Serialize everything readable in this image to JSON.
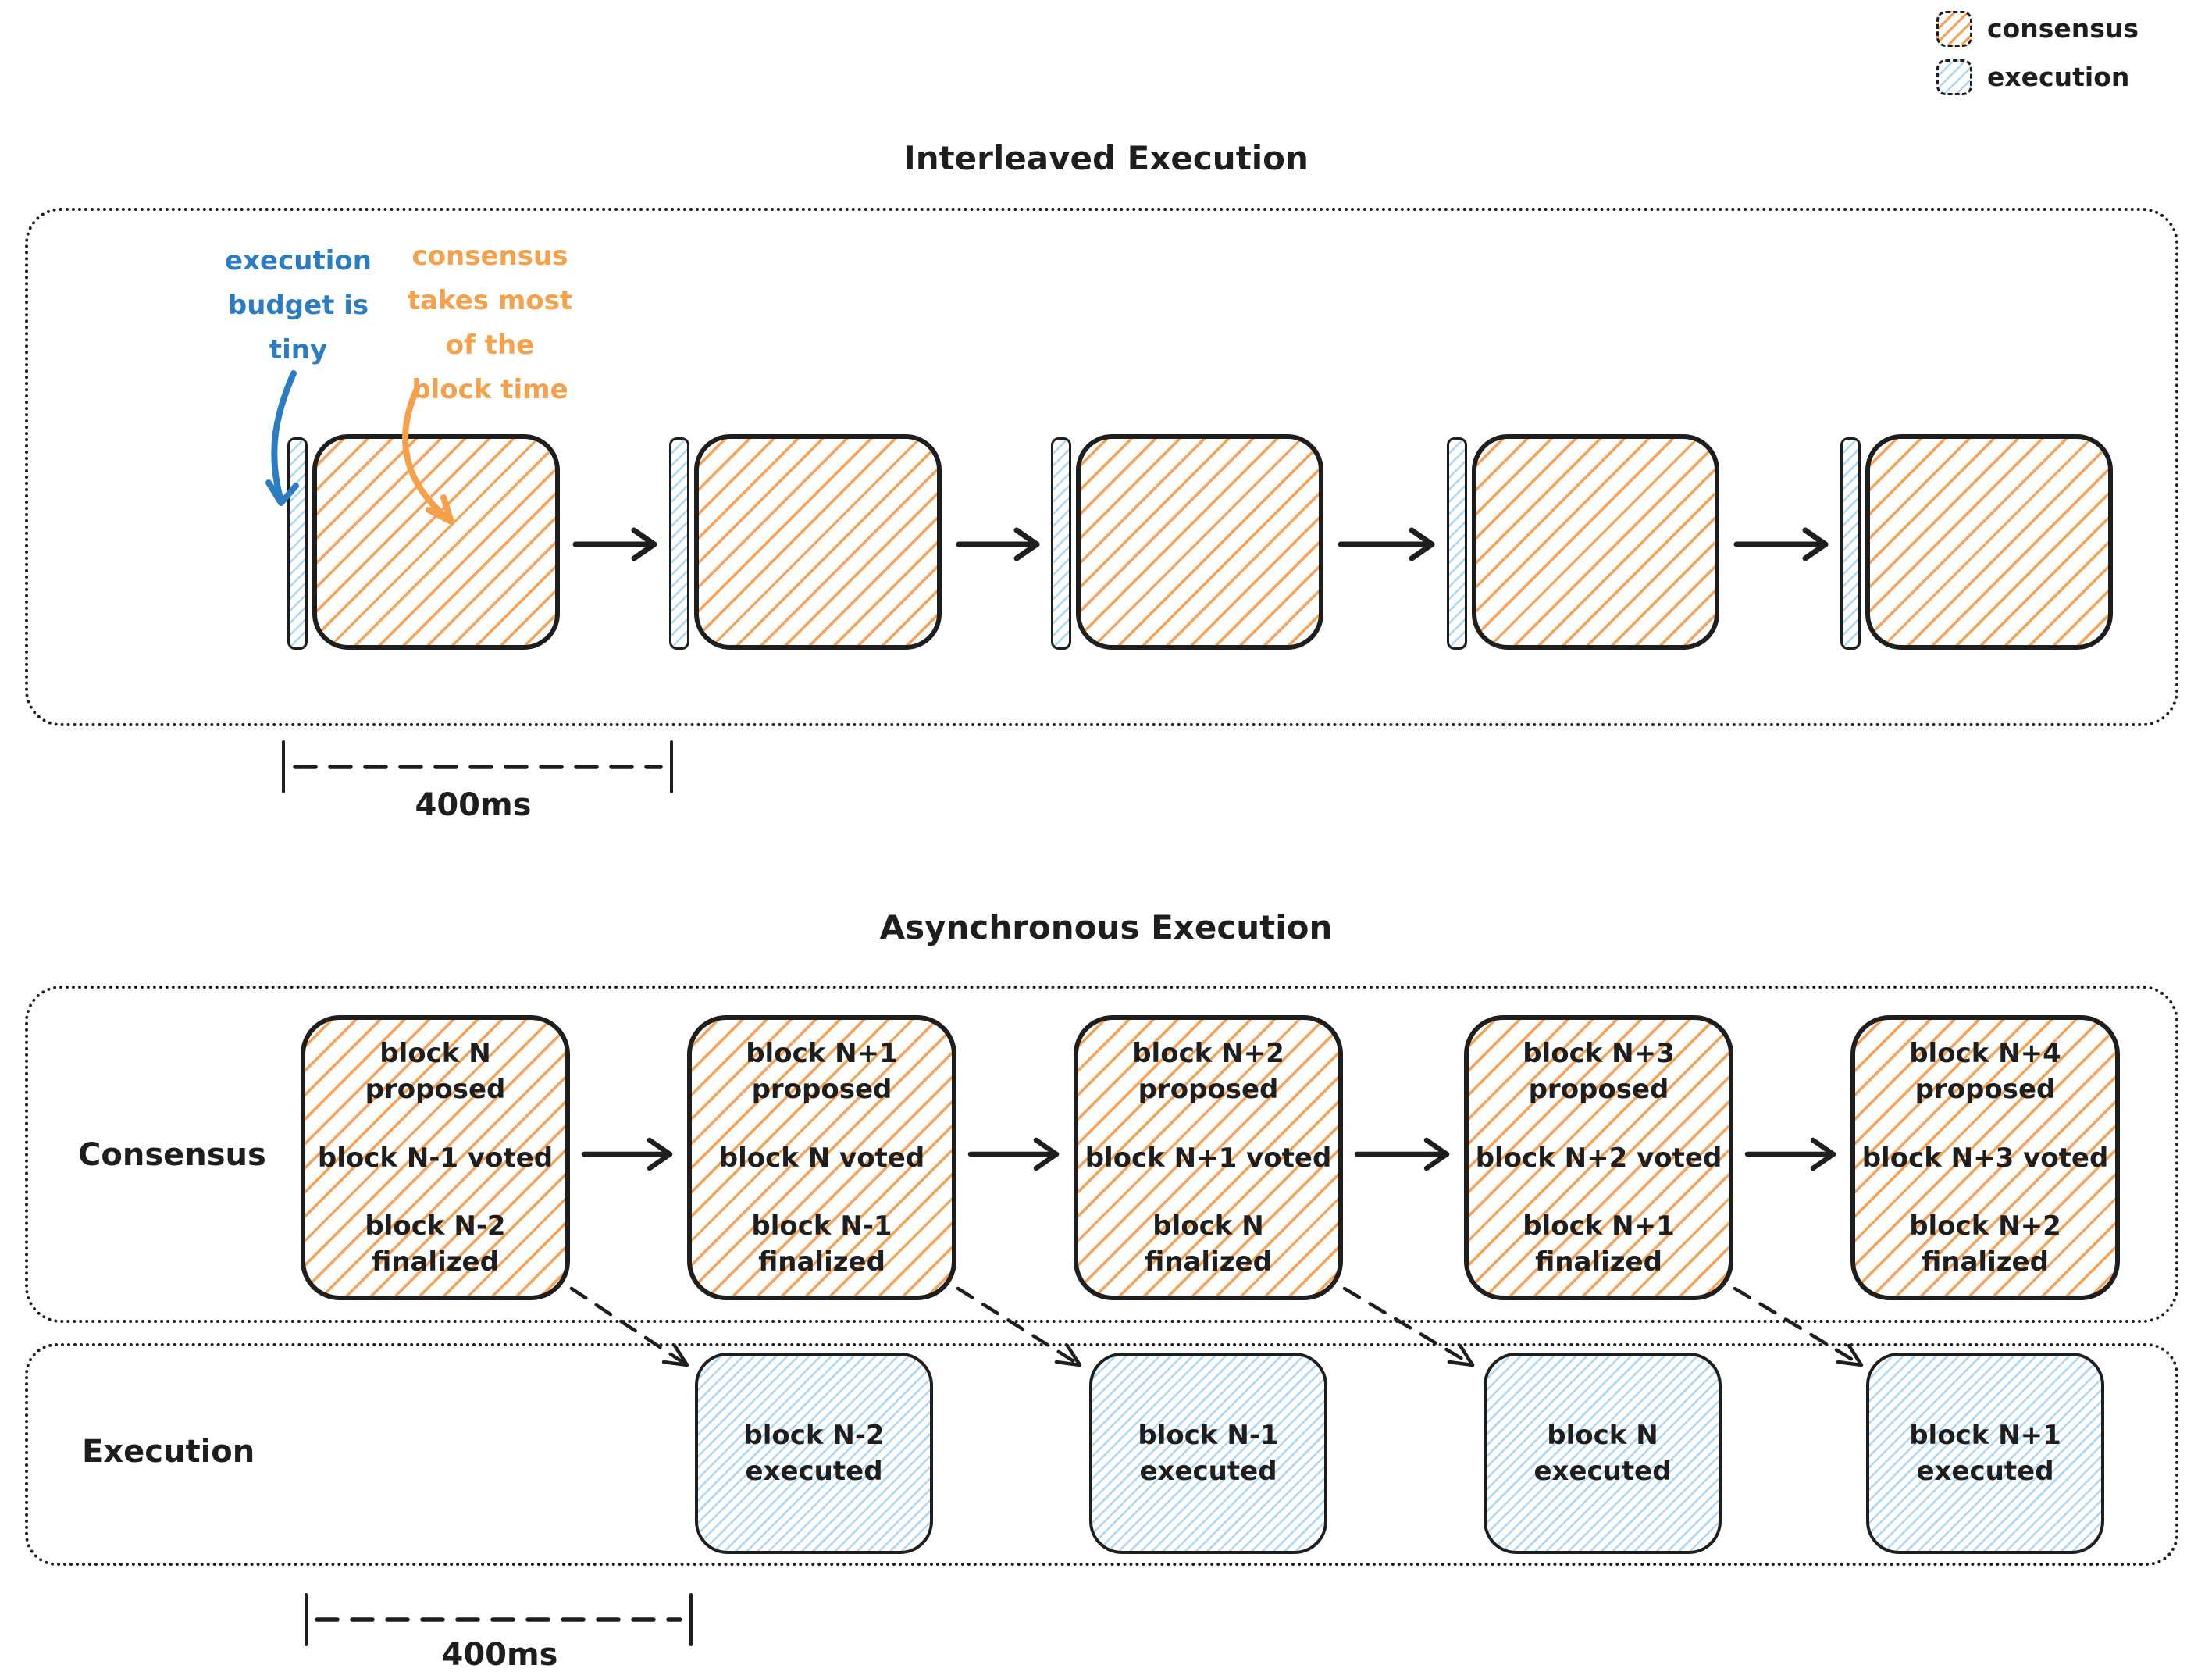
{
  "legend": {
    "items": [
      {
        "label": "consensus",
        "swatch_color": "#f8a258"
      },
      {
        "label": "execution",
        "swatch_color": "#a9d7f6"
      }
    ]
  },
  "colors": {
    "ink": "#1e1e1e",
    "consensus_hatch": "#f8a258",
    "execution_hatch": "#a9d7f6",
    "annotation_blue": "#2b7cc1",
    "annotation_orange": "#f5a04a"
  },
  "interleaved": {
    "title": "Interleaved Execution",
    "annotation_execution": "execution\nbudget is\ntiny",
    "annotation_consensus": "consensus\ntakes most\nof the\nblock time",
    "ruler_label": "400ms"
  },
  "asynchronous": {
    "title": "Asynchronous Execution",
    "consensus_row_label": "Consensus",
    "execution_row_label": "Execution",
    "consensus_blocks": [
      {
        "proposed": "block N\nproposed",
        "voted": "block N-1 voted",
        "finalized": "block N-2\nfinalized"
      },
      {
        "proposed": "block N+1\nproposed",
        "voted": "block N voted",
        "finalized": "block N-1\nfinalized"
      },
      {
        "proposed": "block N+2\nproposed",
        "voted": "block N+1 voted",
        "finalized": "block N\nfinalized"
      },
      {
        "proposed": "block N+3\nproposed",
        "voted": "block N+2 voted",
        "finalized": "block N+1\nfinalized"
      },
      {
        "proposed": "block N+4\nproposed",
        "voted": "block N+3 voted",
        "finalized": "block N+2\nfinalized"
      }
    ],
    "execution_blocks": [
      {
        "label": "block N-2\nexecuted"
      },
      {
        "label": "block N-1\nexecuted"
      },
      {
        "label": "block N\nexecuted"
      },
      {
        "label": "block N+1\nexecuted"
      }
    ],
    "ruler_label": "400ms"
  }
}
